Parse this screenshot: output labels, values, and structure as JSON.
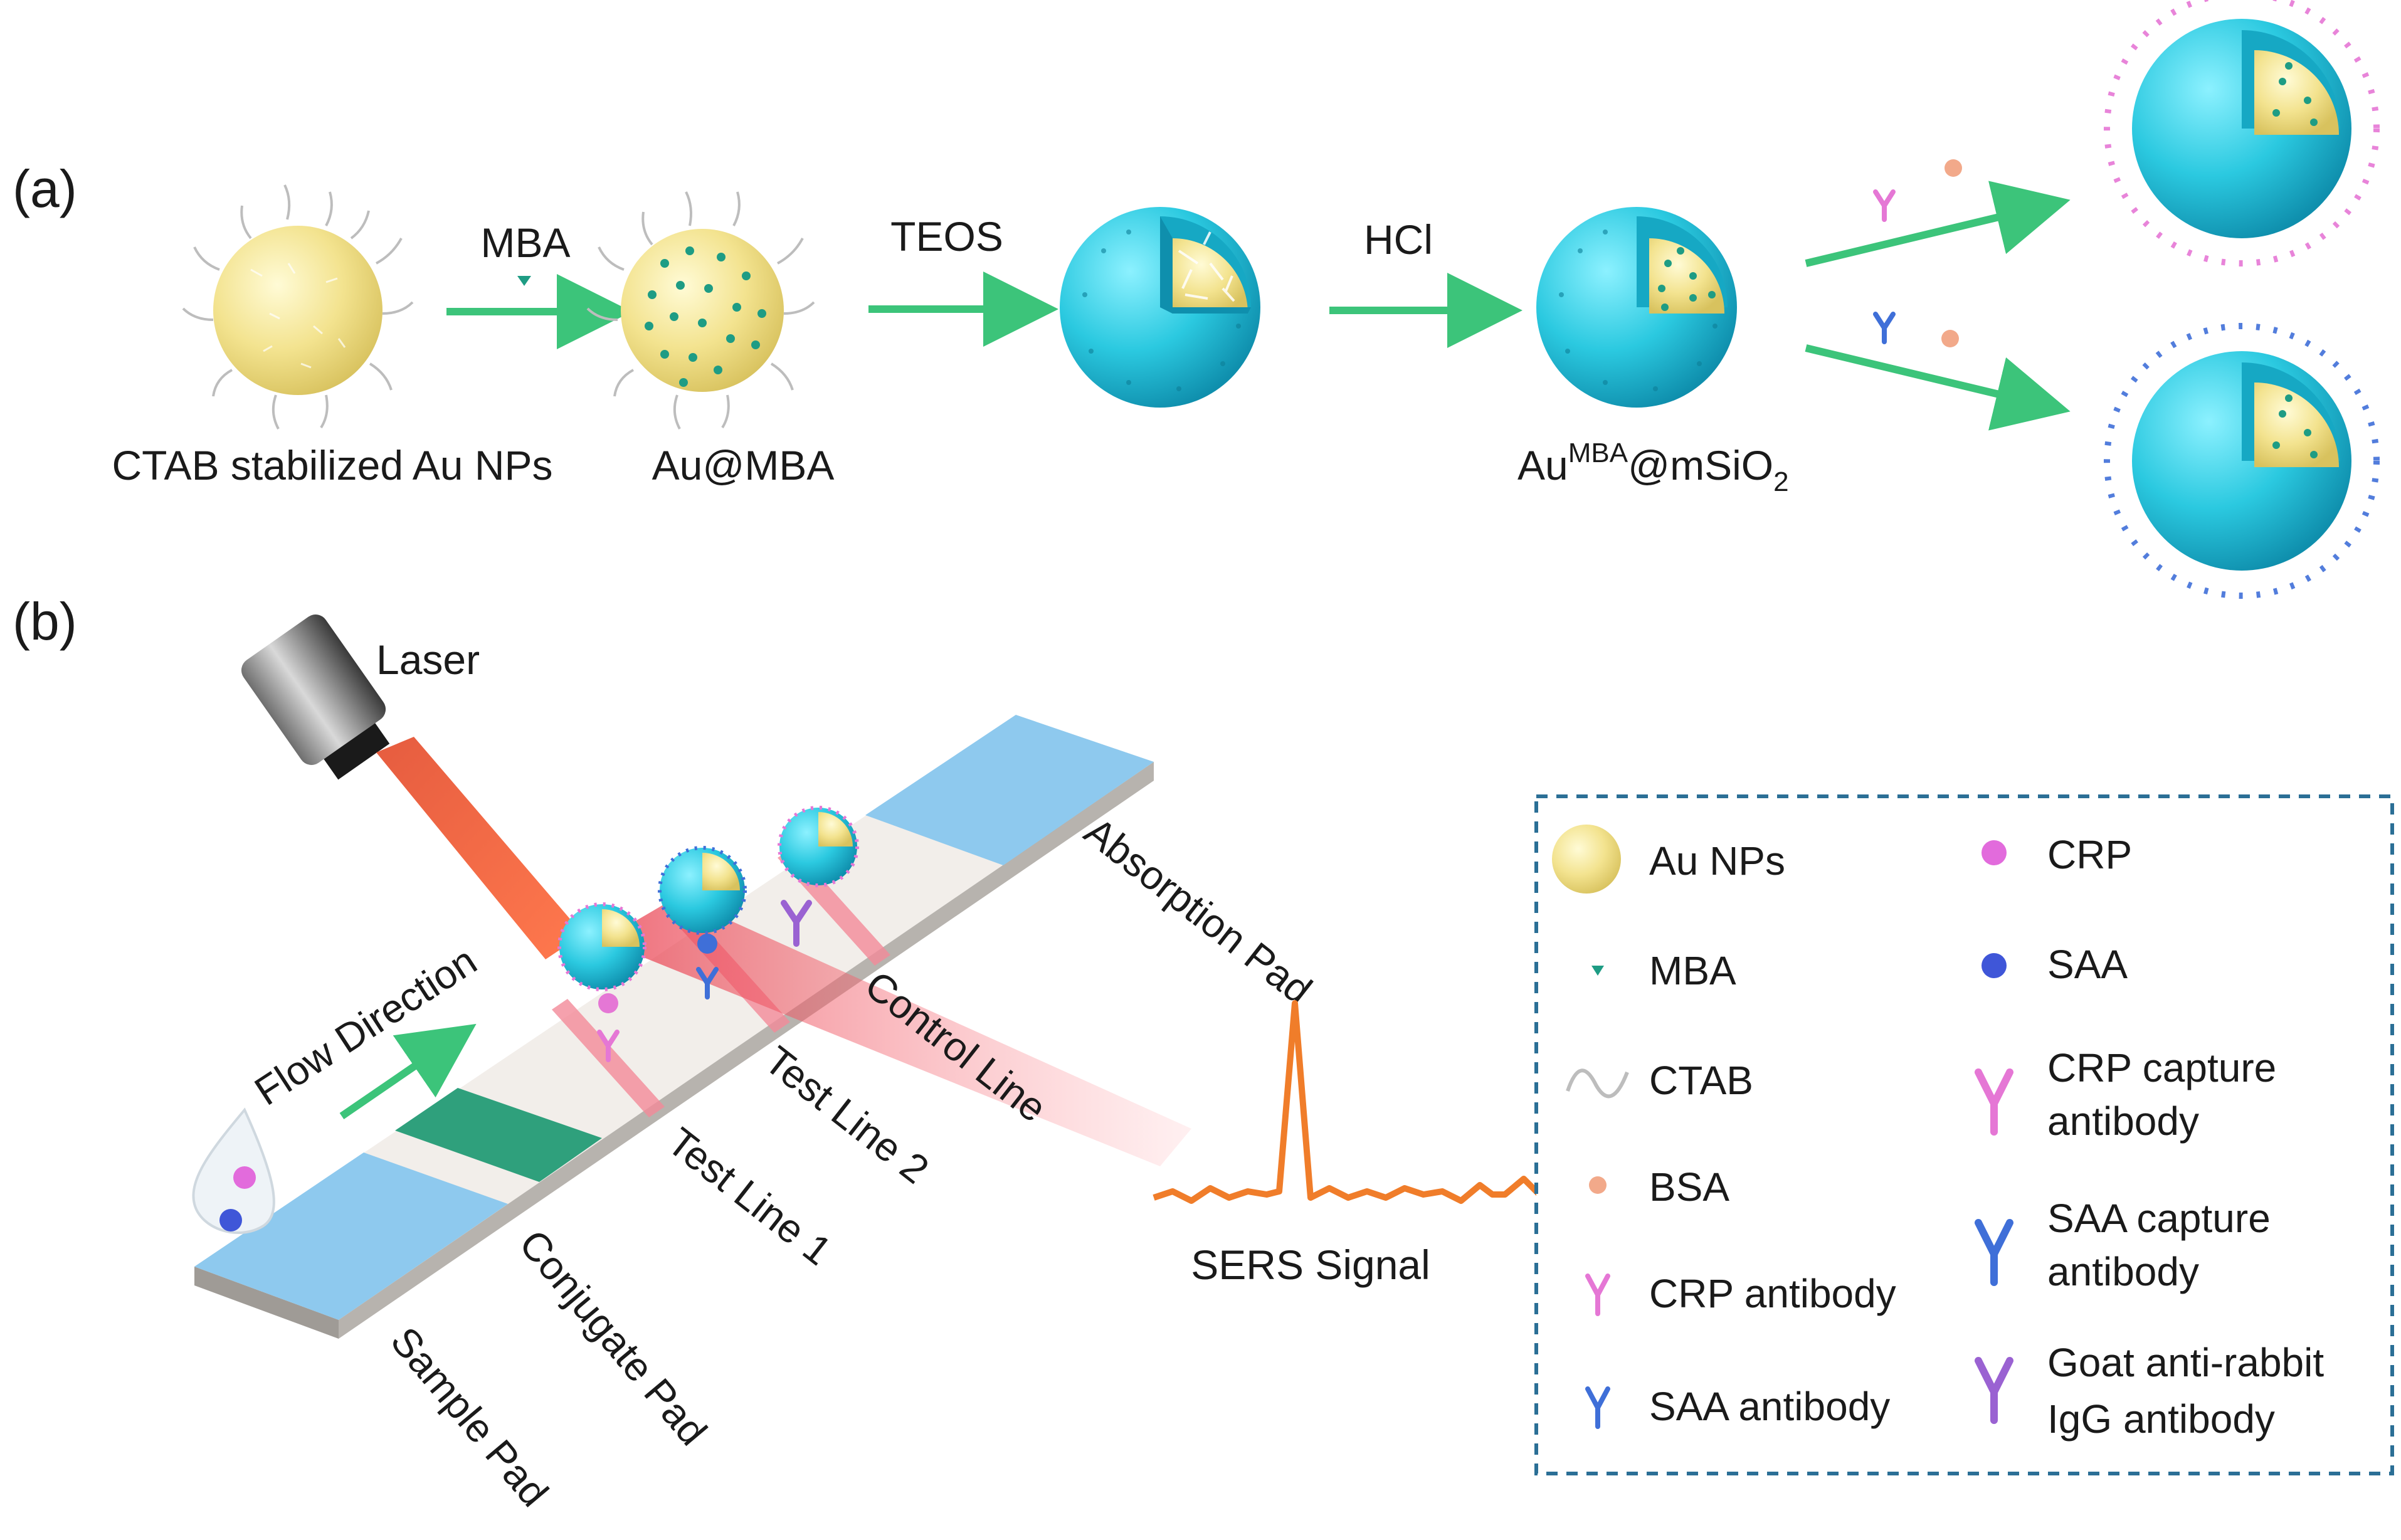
{
  "panel_a": {
    "label": "(a)",
    "reagents": {
      "mba": "MBA",
      "teos": "TEOS",
      "hcl": "HCl"
    },
    "captions": {
      "ctab_au": "CTAB stabilized Au NPs",
      "au_mba": "Au@MBA",
      "au_msio2_base": "Au",
      "au_msio2_sup": "MBA",
      "au_msio2_mid": "@mSiO",
      "au_msio2_sub": "2"
    }
  },
  "panel_b": {
    "label": "(b)",
    "laser": "Laser",
    "flow_direction": "Flow Direction",
    "absorption_pad": "Absorption Pad",
    "control_line": "Control Line",
    "test_line_2": "Test Line 2",
    "test_line_1": "Test Line 1",
    "conjugate_pad": "Conjugate Pad",
    "sample_pad": "Sample Pad",
    "sers_signal": "SERS Signal"
  },
  "legend": {
    "au_nps": "Au NPs",
    "mba": "MBA",
    "ctab": "CTAB",
    "bsa": "BSA",
    "crp_antibody": "CRP antibody",
    "saa_antibody": "SAA antibody",
    "crp": "CRP",
    "saa": "SAA",
    "crp_capture_1": "CRP capture",
    "crp_capture_2": "antibody",
    "saa_capture_1": "SAA capture",
    "saa_capture_2": "antibody",
    "goat_1": "Goat anti-rabbit",
    "goat_2": "IgG antibody"
  },
  "colors": {
    "gold": "#f1e08a",
    "silica": "#2cc6dc",
    "mba": "#1e9c84",
    "arrow_green": "#3cc47a",
    "crp_pink": "#e577d5",
    "saa_blue": "#3f6fd8",
    "goat_purple": "#9a62d2",
    "bsa_orange": "#f2a98a",
    "pad_blue": "#8ec9ee",
    "conjugate_green": "#2fa07c",
    "signal_orange": "#f07d2a",
    "legend_border": "#2b6f96"
  }
}
